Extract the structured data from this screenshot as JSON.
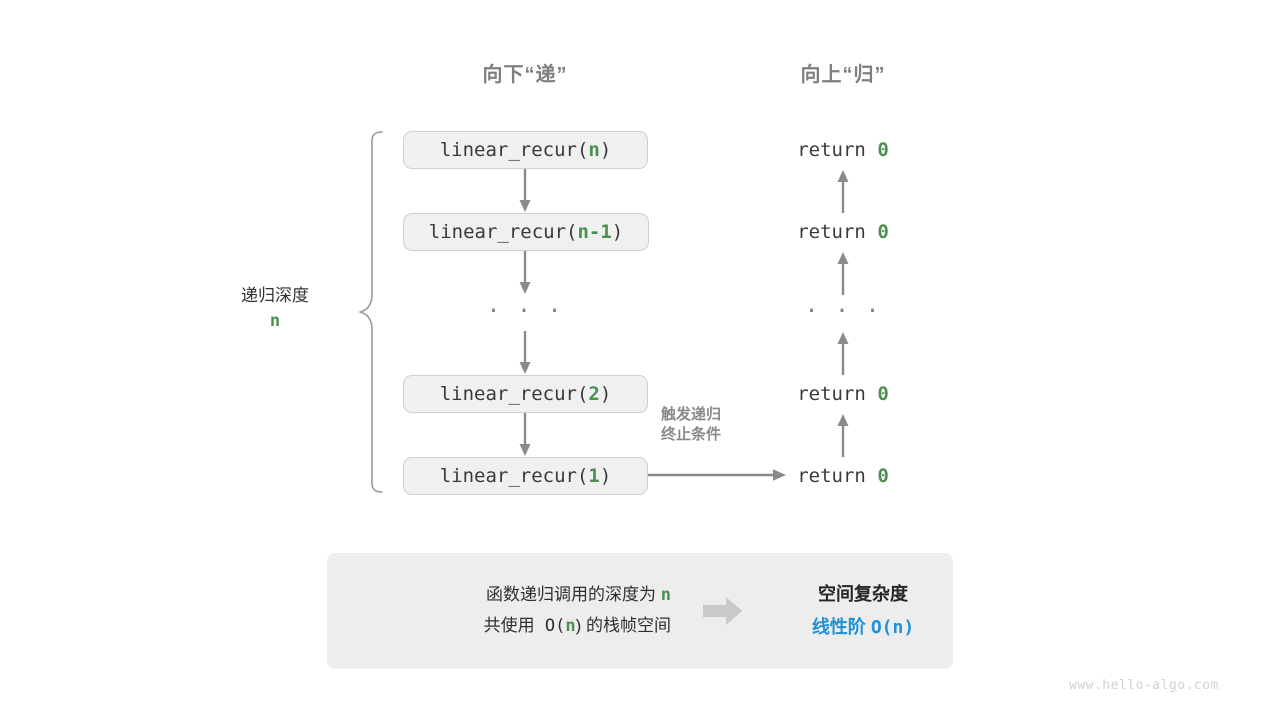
{
  "colors": {
    "green": "#4c9050",
    "blue": "#2091d8",
    "gray_text": "#7f7f7f",
    "arrow": "#8a8a8a",
    "box_fill": "#f0f0f0",
    "box_border": "#cfcfcf",
    "panel_fill": "#ededed",
    "watermark": "#d2d2d2"
  },
  "headings": {
    "down": "向下“递”",
    "up": "向上“归”"
  },
  "depth": {
    "label": "递归深度",
    "value": "n"
  },
  "call_stack": [
    {
      "prefix": "linear_recur(",
      "arg": "n",
      "suffix": ")"
    },
    {
      "prefix": "linear_recur(",
      "arg": "n-1",
      "suffix": ")"
    },
    {
      "prefix": "",
      "arg": "",
      "suffix": ""
    },
    {
      "prefix": "linear_recur(",
      "arg": "2",
      "suffix": ")"
    },
    {
      "prefix": "linear_recur(",
      "arg": "1",
      "suffix": ")"
    }
  ],
  "ellipsis": "· · ·",
  "returns": [
    {
      "keyword": "return",
      "value": "0"
    },
    {
      "keyword": "return",
      "value": "0"
    },
    {
      "keyword": "return",
      "value": "0"
    },
    {
      "keyword": "return",
      "value": "0"
    }
  ],
  "trigger_note": {
    "line1": "触发递归",
    "line2": "终止条件"
  },
  "summary": {
    "left_line1_pre": "函数递归调用的深度为 ",
    "left_line1_hl": "n",
    "left_line2_pre": "共使用 O(",
    "left_line2_hl": "n",
    "left_line2_post": ") 的栈帧空间",
    "arrow_icon": "right-arrow-icon",
    "right_title": "空间复杂度",
    "right_value_pre": "线性阶 ",
    "right_value_mono": "O(n)"
  },
  "watermark": "www.hello-algo.com"
}
